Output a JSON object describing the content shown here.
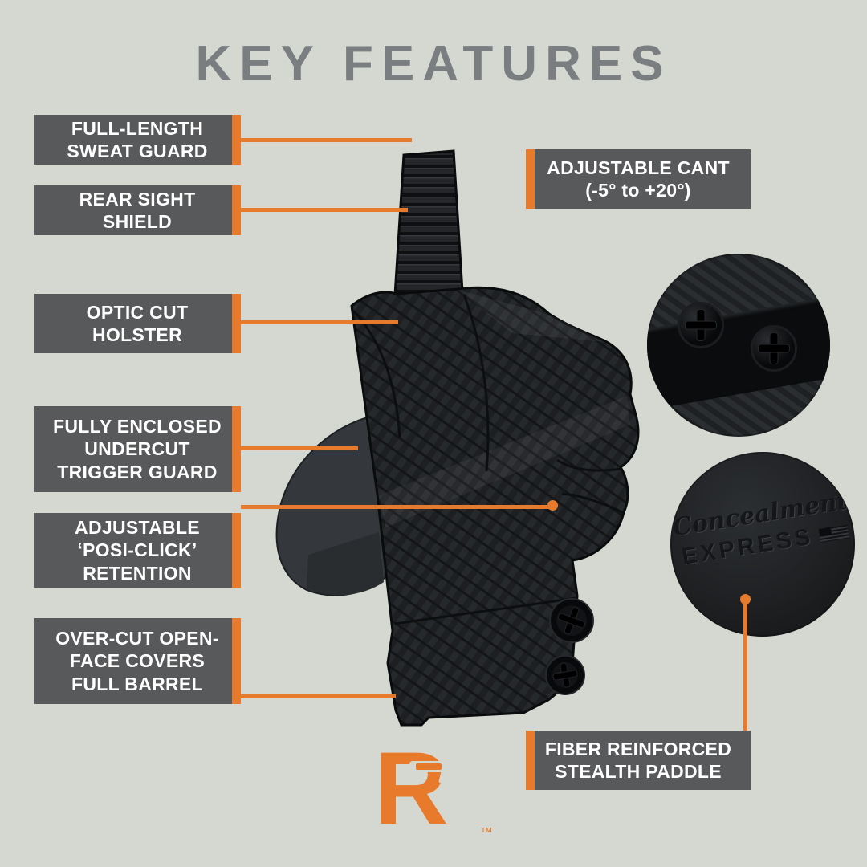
{
  "title": "KEY FEATURES",
  "colors": {
    "accent": "#E87A2C",
    "callout_box": "#58595B",
    "title_gray": "#7B7E81",
    "background": "#D5D8D1"
  },
  "callouts_left": [
    {
      "label": "FULL-LENGTH\nSWEAT GUARD"
    },
    {
      "label": "REAR SIGHT\nSHIELD"
    },
    {
      "label": "OPTIC CUT\nHOLSTER"
    },
    {
      "label": "FULLY ENCLOSED\nUNDERCUT\nTRIGGER GUARD"
    },
    {
      "label": "ADJUSTABLE\n‘POSI-CLICK’\nRETENTION"
    },
    {
      "label": "OVER-CUT OPEN-\nFACE COVERS\nFULL BARREL"
    }
  ],
  "callouts_right": [
    {
      "label": "ADJUSTABLE CANT\n(-5° to +20°)"
    },
    {
      "label": "FIBER REINFORCED\nSTEALTH PADDLE"
    }
  ],
  "inset_stamp": {
    "line1": "Concealment",
    "line2": "EXPRESS"
  },
  "brand": {
    "letter": "R",
    "trademark": "™"
  }
}
